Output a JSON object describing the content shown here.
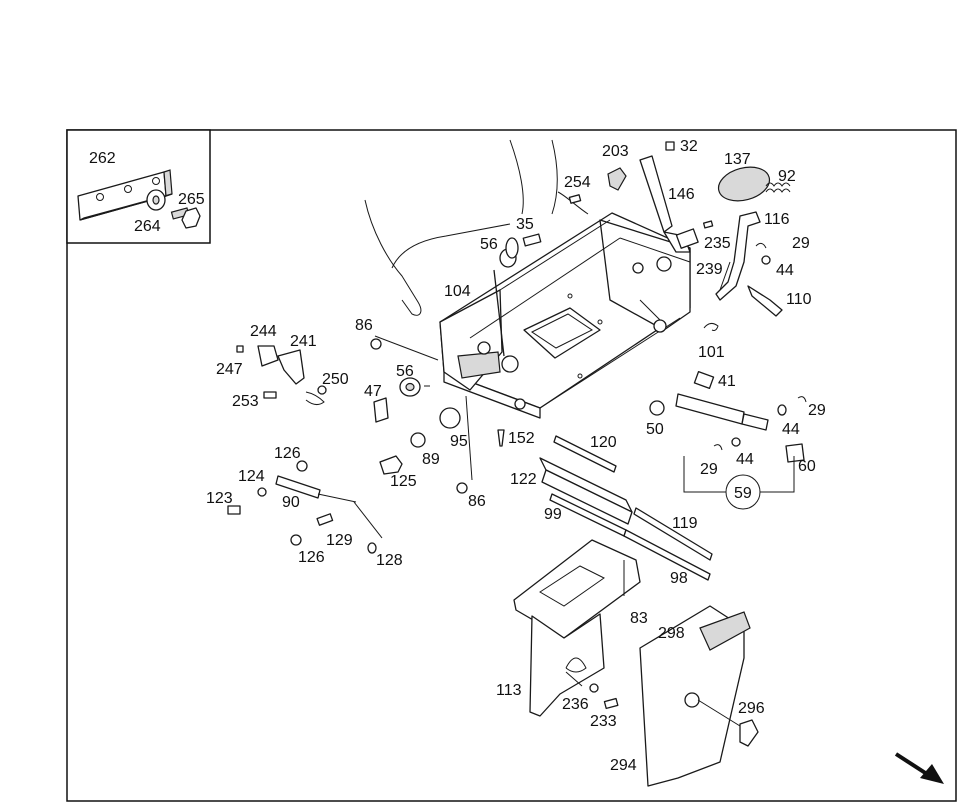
{
  "callouts": {
    "c262": "262",
    "c265": "265",
    "c264": "264",
    "c203": "203",
    "c32": "32",
    "c137": "137",
    "c92": "92",
    "c254": "254",
    "c146": "146",
    "c35": "35",
    "c56a": "56",
    "c116": "116",
    "c235": "235",
    "c29a": "29",
    "c239": "239",
    "c44a": "44",
    "c104": "104",
    "c110": "110",
    "c86a": "86",
    "c244": "244",
    "c241": "241",
    "c101": "101",
    "c56b": "56",
    "c247": "247",
    "c250": "250",
    "c41": "41",
    "c47": "47",
    "c253": "253",
    "c29b": "29",
    "c50": "50",
    "c44b": "44",
    "c95": "95",
    "c152": "152",
    "c120": "120",
    "c126a": "126",
    "c89": "89",
    "c29c": "29",
    "c44c": "44",
    "c60": "60",
    "c124": "124",
    "c125": "125",
    "c122": "122",
    "c90": "90",
    "c123": "123",
    "c86b": "86",
    "c59": "59",
    "c99": "99",
    "c119": "119",
    "c129": "129",
    "c126b": "126",
    "c128": "128",
    "c98": "98",
    "c83": "83",
    "c298": "298",
    "c113": "113",
    "c236": "236",
    "c296": "296",
    "c233": "233",
    "c294": "294"
  }
}
